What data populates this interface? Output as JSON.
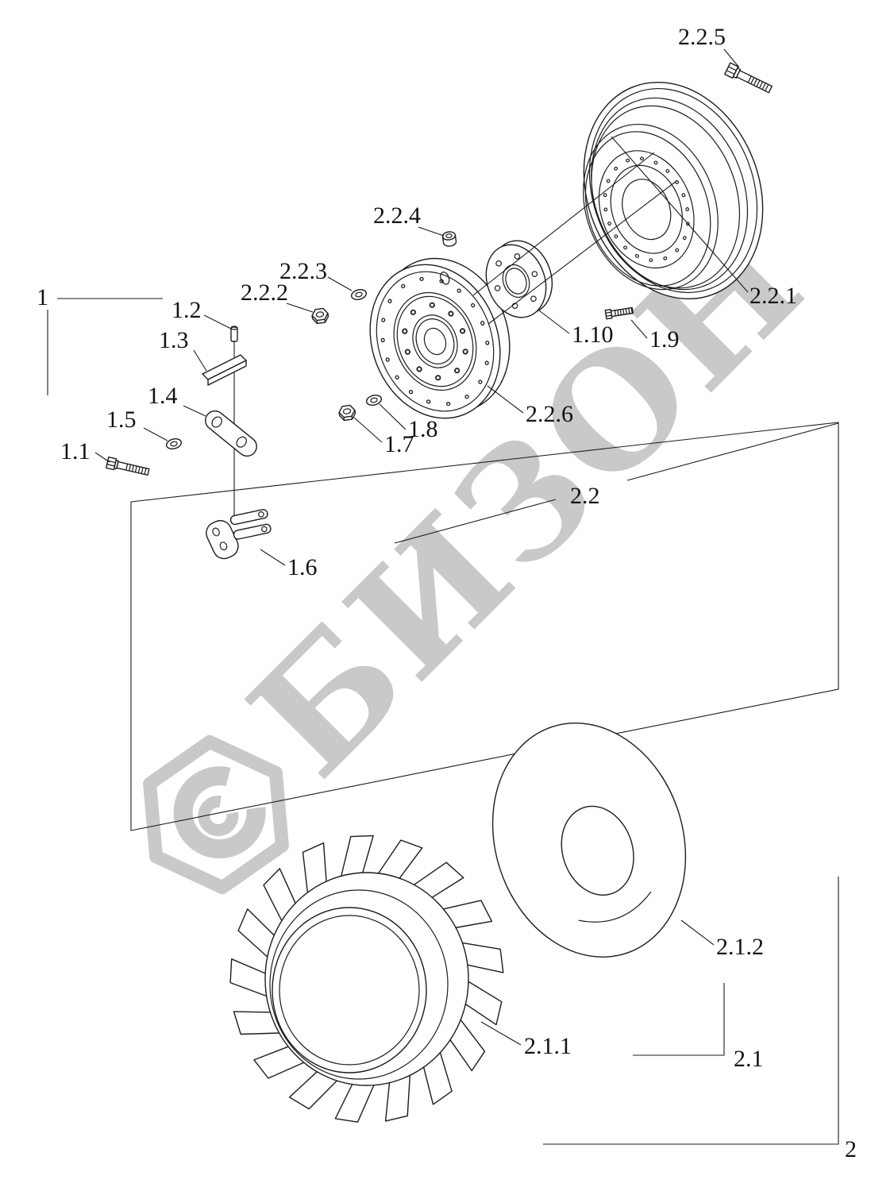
{
  "watermark": {
    "text": "БИЗОН"
  },
  "colors": {
    "line": "#1c1c1c",
    "label": "#111111",
    "watermark": "#c9c9c9",
    "background": "#ffffff"
  },
  "labels": {
    "g1": "1",
    "g1_1": "1.1",
    "g1_2": "1.2",
    "g1_3": "1.3",
    "g1_4": "1.4",
    "g1_5": "1.5",
    "g1_6": "1.6",
    "g1_7": "1.7",
    "g1_8": "1.8",
    "g1_9": "1.9",
    "g1_10": "1.10",
    "g2": "2",
    "g2_1": "2.1",
    "g2_1_1": "2.1.1",
    "g2_1_2": "2.1.2",
    "g2_2": "2.2",
    "g2_2_1": "2.2.1",
    "g2_2_2": "2.2.2",
    "g2_2_3": "2.2.3",
    "g2_2_4": "2.2.4",
    "g2_2_5": "2.2.5",
    "g2_2_6": "2.2.6"
  }
}
